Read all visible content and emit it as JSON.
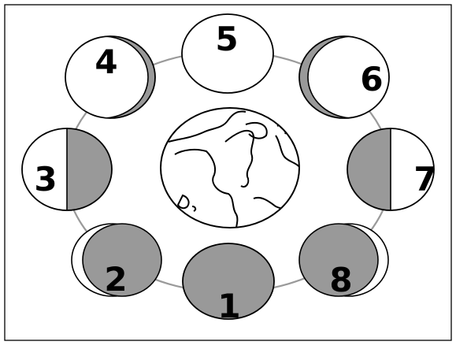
{
  "diagram": {
    "center_body": {
      "name": "earth-icon"
    },
    "orbit_color": "#9a9a9a",
    "shadow_color": "#999999",
    "lit_color": "#ffffff",
    "outline_color": "#000000",
    "phases": [
      {
        "label": "1",
        "shade": "full-dark"
      },
      {
        "label": "2",
        "shade": "waning-crescent-offset-left"
      },
      {
        "label": "3",
        "shade": "right-half-dark"
      },
      {
        "label": "4",
        "shade": "right-crescent-dark"
      },
      {
        "label": "5",
        "shade": "full-lit"
      },
      {
        "label": "6",
        "shade": "left-crescent-dark"
      },
      {
        "label": "7",
        "shade": "left-half-dark"
      },
      {
        "label": "8",
        "shade": "offset-right"
      }
    ]
  }
}
